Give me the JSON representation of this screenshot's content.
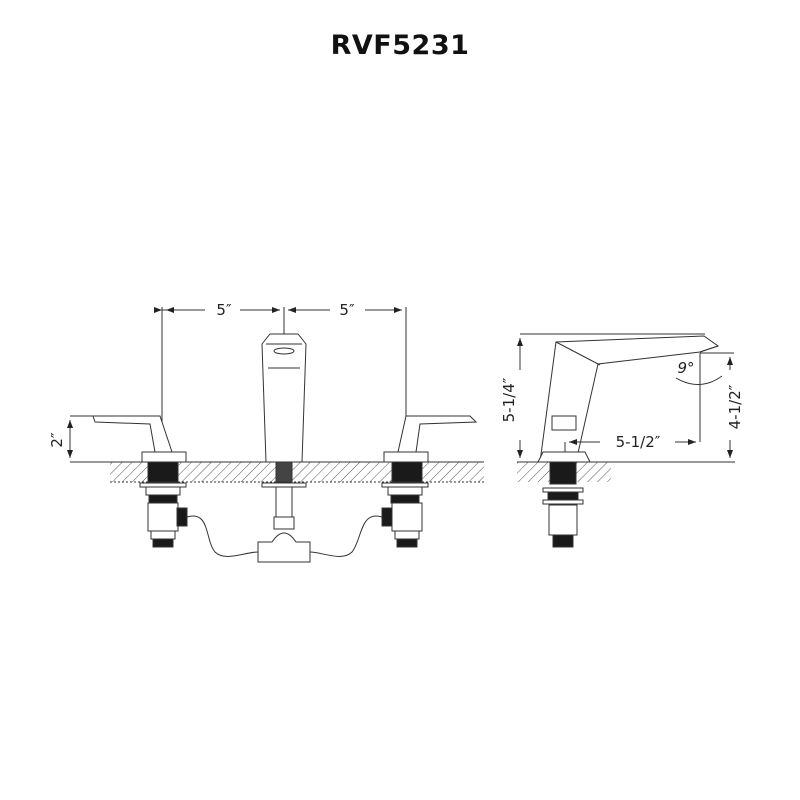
{
  "title": "RVF5231",
  "front_view": {
    "dimensions": {
      "left_spacing": "5″",
      "right_spacing": "5″",
      "handle_height": "2″"
    }
  },
  "side_view": {
    "dimensions": {
      "overall_height": "5-1/4″",
      "spout_height": "4-1/2″",
      "spout_reach": "5-1/2″",
      "spout_angle": "9°"
    }
  },
  "colors": {
    "line": "#333333",
    "fill_dark": "#1a1a1a",
    "background": "#ffffff"
  }
}
